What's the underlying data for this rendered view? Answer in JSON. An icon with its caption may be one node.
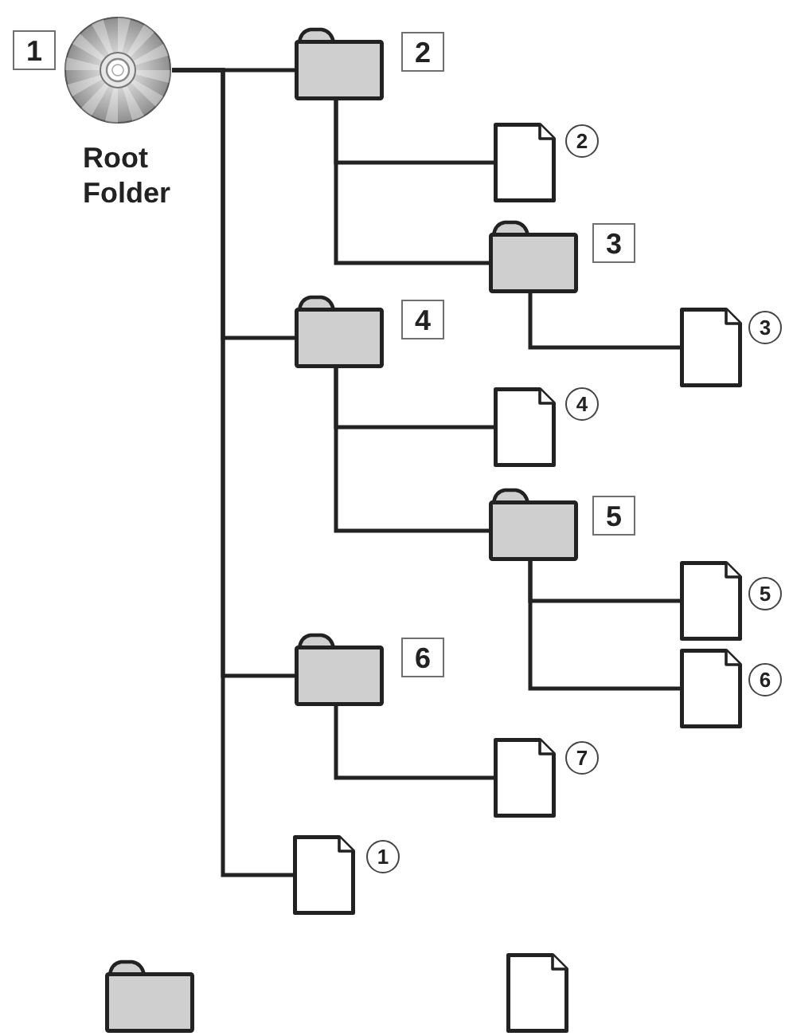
{
  "diagram": {
    "nodes": [
      {
        "text": [
          "Root Folder"
        ],
        "beside": [
          "1"
        ]
      },
      {
        "text": [],
        "shape": "folder",
        "beside": [
          "2"
        ]
      },
      {
        "text": [],
        "shape": "document",
        "beside": [
          "2"
        ]
      },
      {
        "text": [],
        "shape": "folder",
        "beside": [
          "3"
        ]
      },
      {
        "text": [],
        "shape": "document",
        "beside": [
          "3"
        ]
      },
      {
        "text": [],
        "shape": "folder",
        "beside": [
          "4"
        ]
      },
      {
        "text": [],
        "shape": "document",
        "beside": [
          "4"
        ]
      },
      {
        "text": [],
        "shape": "folder",
        "beside": [
          "5"
        ]
      },
      {
        "text": [],
        "shape": "document",
        "beside": [
          "5"
        ]
      },
      {
        "text": [],
        "shape": "document",
        "beside": [
          "6"
        ]
      },
      {
        "text": [],
        "shape": "folder",
        "beside": [
          "6"
        ]
      },
      {
        "text": [],
        "shape": "document",
        "beside": [
          "7"
        ]
      },
      {
        "text": [],
        "shape": "document",
        "beside": [
          "1"
        ]
      },
      {
        "text": [],
        "shape": "folder"
      },
      {
        "text": [],
        "shape": "document"
      }
    ],
    "edges": [
      {
        "from": 0,
        "to": 1,
        "arrow": "none"
      },
      {
        "from": 0,
        "to": 5,
        "arrow": "none"
      },
      {
        "from": 0,
        "to": 10,
        "arrow": "none"
      },
      {
        "from": 0,
        "to": 12,
        "arrow": "none"
      },
      {
        "from": 1,
        "to": 2,
        "arrow": "none"
      },
      {
        "from": 1,
        "to": 3,
        "arrow": "none"
      },
      {
        "from": 3,
        "to": 4,
        "arrow": "none"
      },
      {
        "from": 5,
        "to": 6,
        "arrow": "none"
      },
      {
        "from": 5,
        "to": 7,
        "arrow": "none"
      },
      {
        "from": 7,
        "to": 8,
        "arrow": "none"
      },
      {
        "from": 7,
        "to": 9,
        "arrow": "none"
      },
      {
        "from": 10,
        "to": 11,
        "arrow": "none"
      }
    ]
  }
}
